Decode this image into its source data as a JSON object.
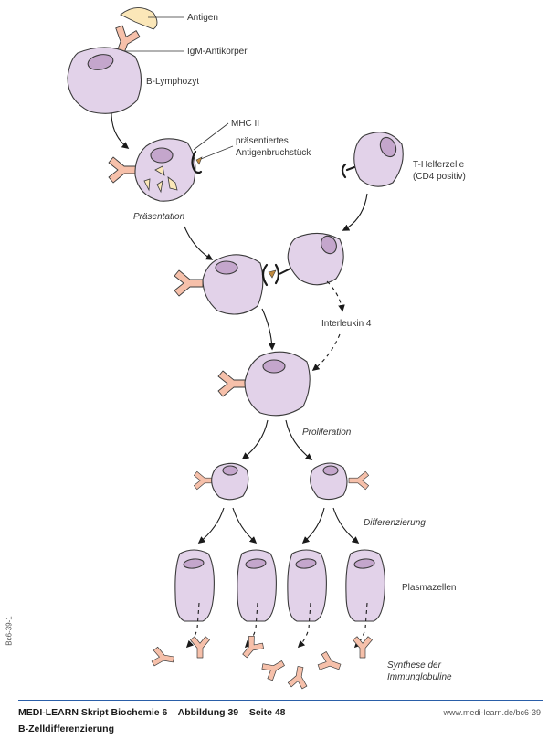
{
  "labels": {
    "antigen": "Antigen",
    "igm": "IgM-Antikörper",
    "b_lymphocyte": "B-Lymphozyt",
    "mhc2": "MHC II",
    "presented_fragment_1": "präsentiertes",
    "presented_fragment_2": "Antigenbruchstück",
    "t_helper_1": "T-Helferzelle",
    "t_helper_2": "(CD4 positiv)",
    "presentation": "Präsentation",
    "interleukin": "Interleukin 4",
    "proliferation": "Proliferation",
    "differentiation": "Differenzierung",
    "plasma_cells": "Plasmazellen",
    "synthesis_1": "Synthese der",
    "synthesis_2": "Immunglobuline"
  },
  "colors": {
    "cell_fill": "#e2d2e9",
    "nucleus_fill": "#c4a6cc",
    "antibody_fill": "#f6c0aa",
    "antigen_fill": "#fbe7b8",
    "peptide_fill": "#c08a3e",
    "footer_rule": "#2a5ea8"
  },
  "footer": {
    "title": "MEDI-LEARN Skript Biochemie 6 – Abbildung 39 – Seite 48",
    "url": "www.medi-learn.de/bc6-39",
    "subtitle": "B-Zelldifferenzierung"
  },
  "side_code": "Bc6-39-1"
}
